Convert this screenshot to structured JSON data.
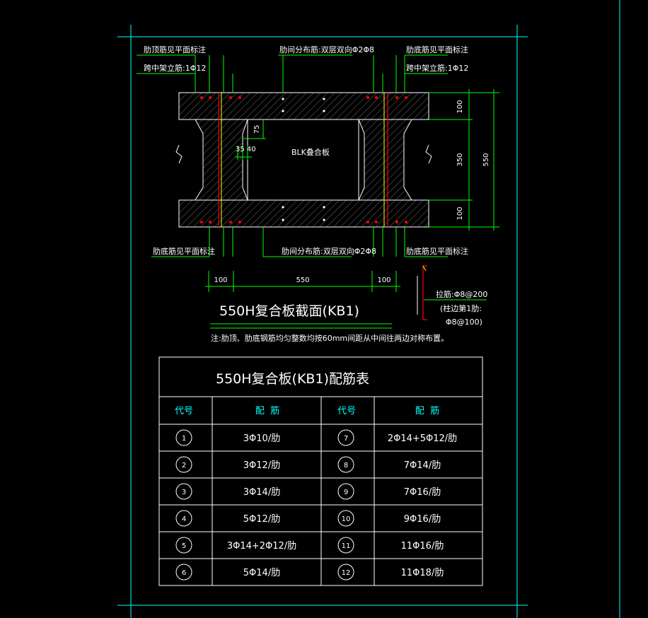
{
  "labels": {
    "top_left_1": "肋顶筋见平面标注",
    "top_left_2": "跨中架立筋:1Φ12",
    "top_center": "肋间分布筋:双层双向Φ2Φ8",
    "top_right_1": "肋底筋见平面标注",
    "top_right_2": "跨中架立筋:1Φ12",
    "bottom_left": "肋底筋见平面标注",
    "bottom_center": "肋间分布筋:双层双向Φ2Φ8",
    "bottom_right": "肋底筋见平面标注",
    "core": "BLK叠合板",
    "stirrup_1": "拉筋:Φ8@200",
    "stirrup_2": "(柱边第1肋:",
    "stirrup_3": "Φ8@100)",
    "section_title": "550H复合板截面(KB1)",
    "note": "注:肋顶、肋底钢筋均匀整数均按60mm间距从中间往两边对称布置。"
  },
  "dims": {
    "d_100_top": "100",
    "d_350": "350",
    "d_100_bot": "100",
    "d_550_total": "550",
    "d_75": "75",
    "d_35_40": "35 40",
    "d_100_left": "100",
    "d_550_width": "550",
    "d_100_right": "100"
  },
  "table": {
    "title": "550H复合板(KB1)配筋表",
    "headers": [
      "代号",
      "配  筋",
      "代号",
      "配  筋"
    ],
    "rows": [
      {
        "c1": "1",
        "r1": "3Φ10/肋",
        "c2": "7",
        "r2": "2Φ14+5Φ12/肋"
      },
      {
        "c1": "2",
        "r1": "3Φ12/肋",
        "c2": "8",
        "r2": "7Φ14/肋"
      },
      {
        "c1": "3",
        "r1": "3Φ14/肋",
        "c2": "9",
        "r2": "7Φ16/肋"
      },
      {
        "c1": "4",
        "r1": "5Φ12/肋",
        "c2": "10",
        "r2": "9Φ16/肋"
      },
      {
        "c1": "5",
        "r1": "3Φ14+2Φ12/肋",
        "c2": "11",
        "r2": "11Φ16/肋"
      },
      {
        "c1": "6",
        "r1": "5Φ14/肋",
        "c2": "12",
        "r2": "11Φ18/肋"
      }
    ]
  },
  "colors": {
    "background": "#000000",
    "frame": "#00ffff",
    "leader": "#00ff00",
    "rebar": "#ff0000",
    "column": "#ffff00",
    "line": "#ffffff"
  }
}
